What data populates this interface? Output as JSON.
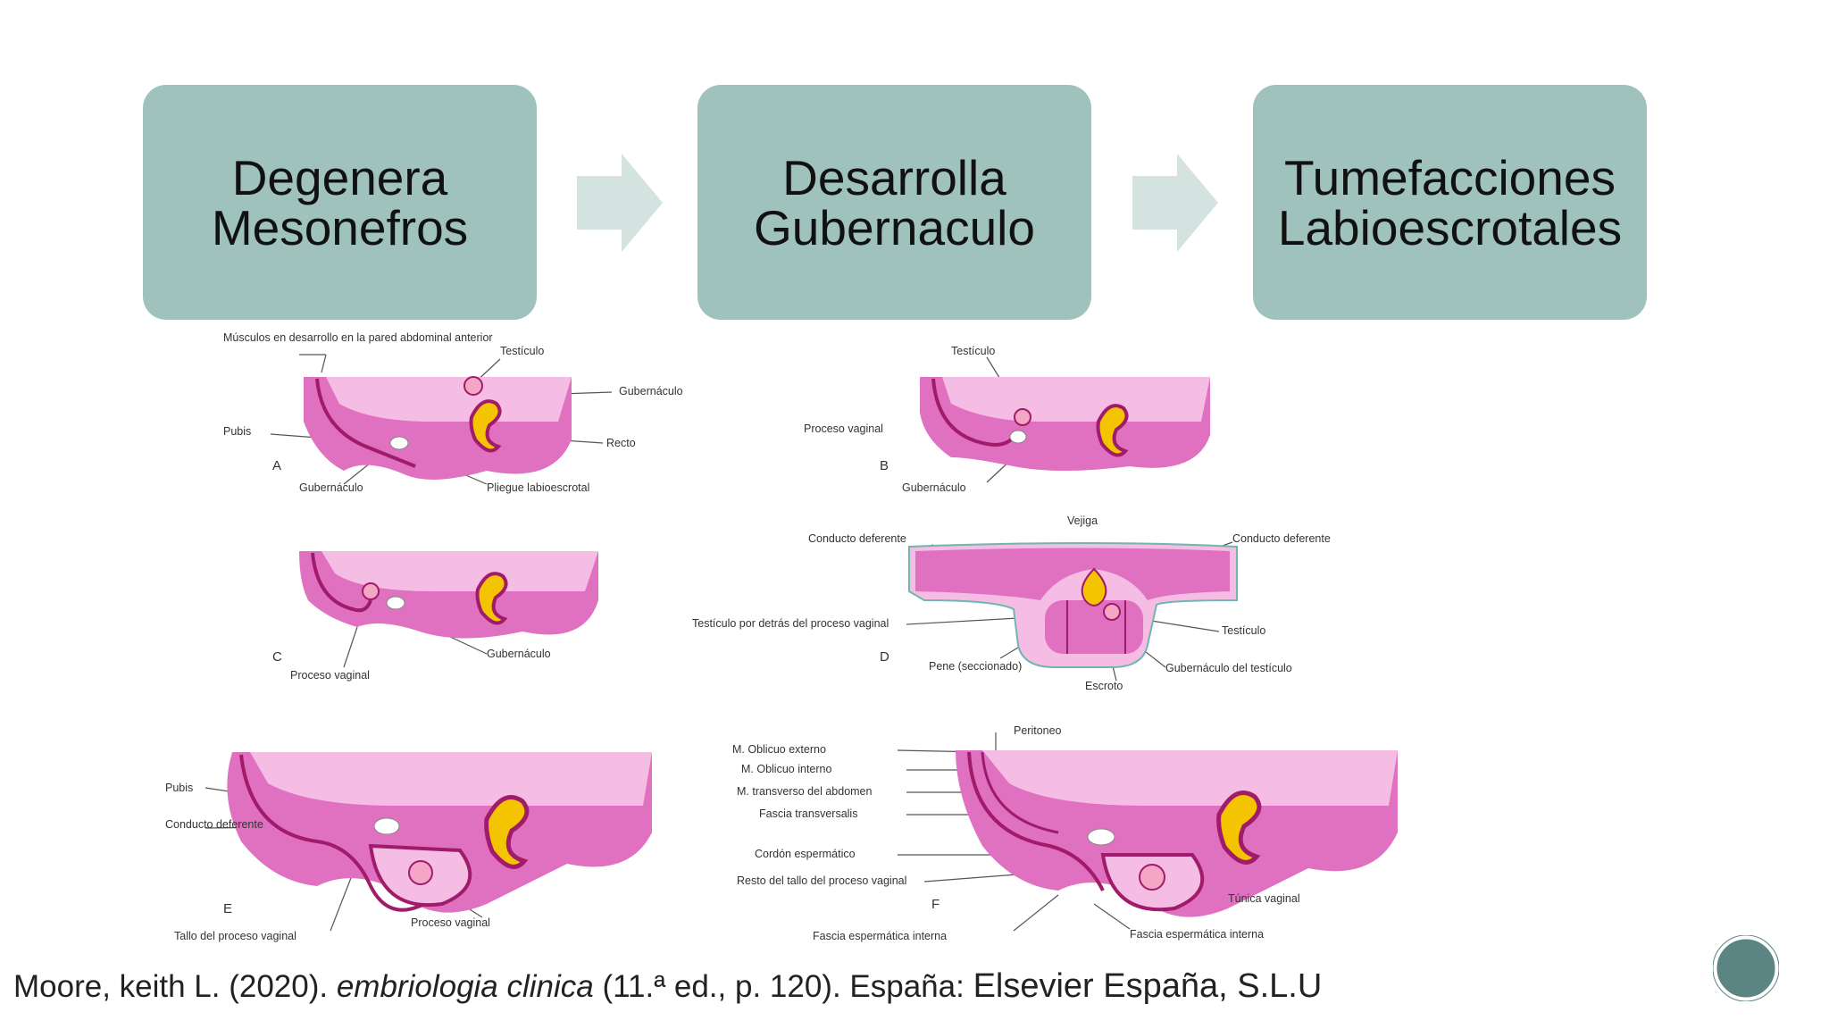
{
  "flow": {
    "boxes": [
      {
        "line1": "Degenera",
        "line2": "Mesonefros"
      },
      {
        "line1": "Desarrolla",
        "line2": "Gubernaculo"
      },
      {
        "line1": "Tumefacciones",
        "line2": "Labioescrotales"
      }
    ]
  },
  "colors": {
    "box": "#9fc2bd",
    "arrow": "#d4e3df",
    "tissue_light": "#f5bce4",
    "tissue": "#e070c0",
    "tissue_dark": "#a01c6a",
    "rectum": "#f5c400",
    "button": "#5b8582"
  },
  "figure": {
    "panel_letters": [
      "A",
      "B",
      "C",
      "D",
      "E",
      "F"
    ],
    "labels": {
      "a_muscles": "Músculos en desarrollo en la pared abdominal anterior",
      "a_testis": "Testículo",
      "a_gubernaculum_top": "Gubernáculo",
      "a_pubis": "Pubis",
      "a_rectum": "Recto",
      "a_gubernaculum_bottom": "Gubernáculo",
      "a_fold": "Pliegue labioescrotal",
      "b_testis": "Testículo",
      "b_process": "Proceso vaginal",
      "b_gubernaculum": "Gubernáculo",
      "c_process": "Proceso vaginal",
      "c_gubernaculum": "Gubernáculo",
      "d_bladder": "Vejiga",
      "d_duct_left": "Conducto deferente",
      "d_duct_right": "Conducto deferente",
      "d_testis_behind": "Testículo por detrás del proceso vaginal",
      "d_testis": "Testículo",
      "d_penis": "Pene (seccionado)",
      "d_scrotum": "Escroto",
      "d_gub_testis": "Gubernáculo del testículo",
      "e_pubis": "Pubis",
      "e_duct": "Conducto deferente",
      "e_stalk": "Tallo del proceso vaginal",
      "e_process": "Proceso vaginal",
      "f_peritoneum": "Peritoneo",
      "f_external": "M. Oblicuo externo",
      "f_internal": "M. Oblicuo interno",
      "f_transverse": "M. transverso del abdomen",
      "f_fascia_transv": "Fascia transversalis",
      "f_cord": "Cordón espermático",
      "f_remnant": "Resto del tallo del proceso vaginal",
      "f_tunica": "Túnica vaginal",
      "f_fascia_int_left": "Fascia espermática interna",
      "f_fascia_int_right": "Fascia espermática interna"
    }
  },
  "citation": {
    "part1": "Moore, keith L. (2020). ",
    "title": "embriologia clinica",
    "part2": " (11.ª ed., p. 120). España: ",
    "publisher": "Elsevier España, S.L.U"
  }
}
